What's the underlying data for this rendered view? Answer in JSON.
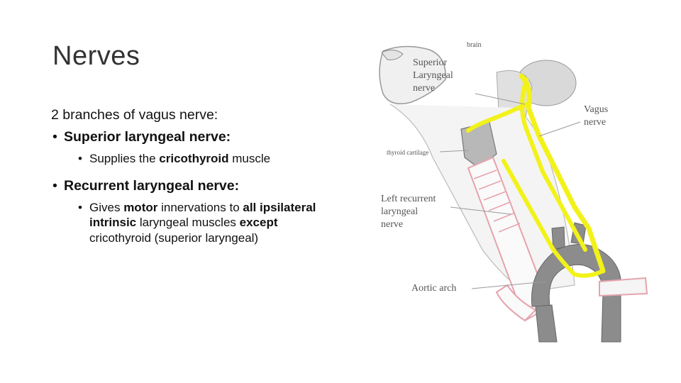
{
  "slide": {
    "title": "Nerves",
    "intro": "2 branches of vagus nerve:",
    "superior": {
      "heading": "Superior laryngeal nerve:",
      "sub_prefix": "Supplies the ",
      "sub_bold": "cricothyroid",
      "sub_suffix": " muscle"
    },
    "recurrent": {
      "heading": "Recurrent laryngeal nerve:",
      "t1": "Gives ",
      "t2": "motor",
      "t3": " innervations to ",
      "t4": "all",
      "t5": "ipsilateral intrinsic",
      "t6": " laryngeal muscles ",
      "t7": "except",
      "t8": " cricothyroid (superior laryngeal)"
    }
  },
  "figure": {
    "labels": {
      "brain": "brain",
      "superior_1": "Superior",
      "superior_2": "Laryngeal",
      "superior_3": "nerve",
      "vagus_1": "Vagus",
      "vagus_2": "nerve",
      "thyroid": "thyroid cartilage",
      "recurrent_1": "Left recurrent",
      "recurrent_2": "laryngeal",
      "recurrent_3": "nerve",
      "aortic": "Aortic arch"
    },
    "colors": {
      "nerve": "#f2f21a",
      "vessel": "#8c8c8c",
      "trachea_outline": "#e6a3ad",
      "line": "#9a9a9a"
    }
  }
}
